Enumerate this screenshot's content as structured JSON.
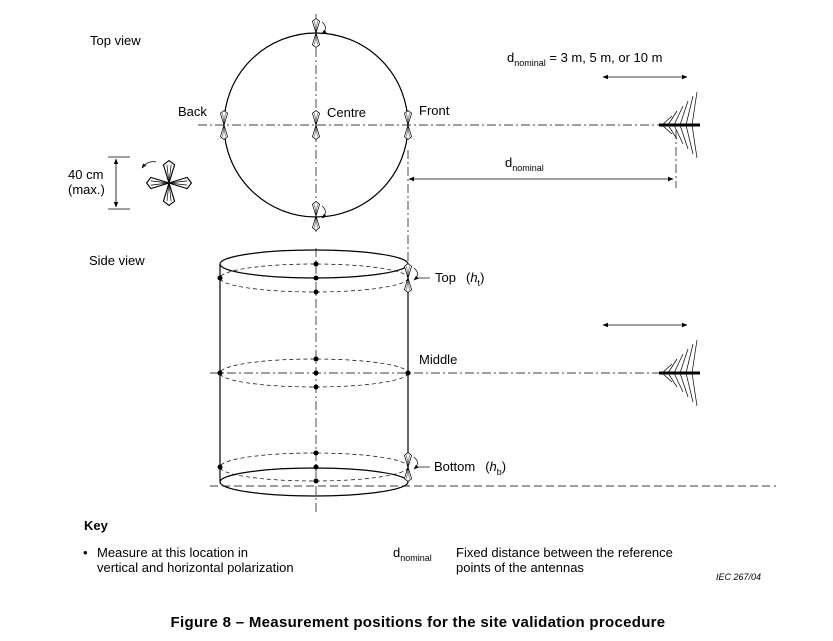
{
  "labels": {
    "top_view": "Top view",
    "side_view": "Side view",
    "back": "Back",
    "centre": "Centre",
    "front": "Front",
    "size_value": "40 cm",
    "size_note": "(max.)",
    "d_symbol": "d",
    "d_subscript": "nominal",
    "distance_options": " = 3 m, 5 m, or 10 m",
    "top_word": "Top",
    "h_symbol": "h",
    "top_sub": "t",
    "middle": "Middle",
    "bottom_word": "Bottom",
    "bottom_sub": "b",
    "paren_open": "(",
    "paren_close": ")"
  },
  "key": {
    "title": "Key",
    "bullet": "•",
    "item1_line1": "Measure at this location in",
    "item1_line2": "vertical and horizontal polarization",
    "item2_line1": "Fixed distance between the reference",
    "item2_line2": "points of the antennas"
  },
  "reference": "IEC   267/04",
  "caption": "Figure 8 – Measurement positions for the site validation procedure"
}
